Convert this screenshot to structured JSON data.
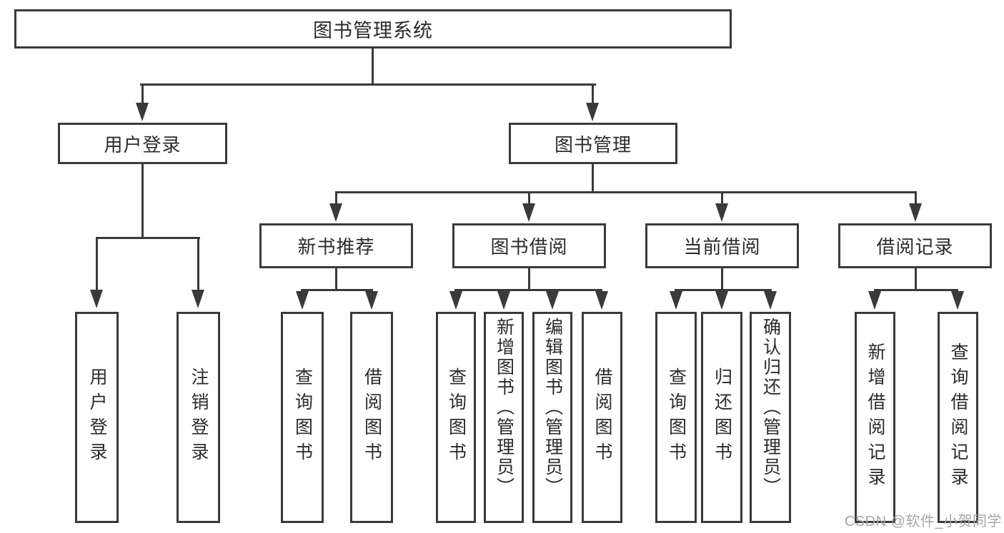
{
  "diagram": {
    "title": "图书管理系统",
    "nodes": {
      "root": {
        "label": "图书管理系统"
      },
      "user_login": {
        "label": "用户登录"
      },
      "book_mgmt": {
        "label": "图书管理"
      },
      "new_book_rec": {
        "label": "新书推荐"
      },
      "book_borrow": {
        "label": "图书借阅"
      },
      "current_borrow": {
        "label": "当前借阅"
      },
      "borrow_record": {
        "label": "借阅记录"
      },
      "ul_user_login": {
        "label": "用户登录"
      },
      "ul_logout": {
        "label": "注销登录"
      },
      "nbr_query_book": {
        "label": "查询图书"
      },
      "nbr_borrow_book": {
        "label": "借阅图书"
      },
      "bb_query_book": {
        "label": "查询图书"
      },
      "bb_add_book": {
        "label": "新增图书（管理员）"
      },
      "bb_edit_book": {
        "label": "编辑图书（管理员）"
      },
      "bb_borrow_book": {
        "label": "借阅图书"
      },
      "cb_query_book": {
        "label": "查询图书"
      },
      "cb_return_book": {
        "label": "归还图书"
      },
      "cb_confirm_return": {
        "label": "确认归还（管理员）"
      },
      "br_add_record": {
        "label": "新增借阅记录"
      },
      "br_query_record": {
        "label": "查询借阅记录"
      }
    },
    "structure": [
      {
        "parent": "图书管理系统",
        "children": [
          "用户登录",
          "图书管理"
        ]
      },
      {
        "parent": "用户登录",
        "children": [
          "用户登录",
          "注销登录"
        ]
      },
      {
        "parent": "图书管理",
        "children": [
          "新书推荐",
          "图书借阅",
          "当前借阅",
          "借阅记录"
        ]
      },
      {
        "parent": "新书推荐",
        "children": [
          "查询图书",
          "借阅图书"
        ]
      },
      {
        "parent": "图书借阅",
        "children": [
          "查询图书",
          "新增图书（管理员）",
          "编辑图书（管理员）",
          "借阅图书"
        ]
      },
      {
        "parent": "当前借阅",
        "children": [
          "查询图书",
          "归还图书",
          "确认归还（管理员）"
        ]
      },
      {
        "parent": "借阅记录",
        "children": [
          "新增借阅记录",
          "查询借阅记录"
        ]
      }
    ],
    "colors": {
      "line": "#3a3a3a",
      "border": "#3a3a3a",
      "text": "#2b2b2b",
      "background": "#ffffff"
    }
  },
  "watermark": {
    "text": "CSDN @软件_小贺同学",
    "color": "#a6a6a6"
  }
}
